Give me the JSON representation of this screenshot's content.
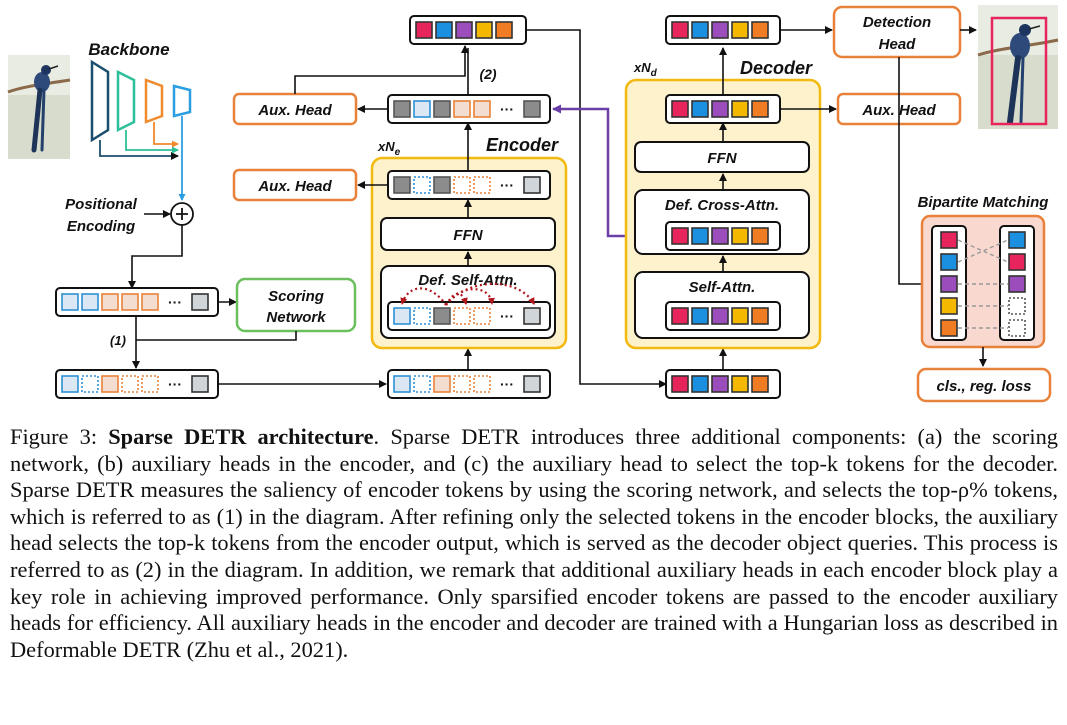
{
  "labels": {
    "backbone": "Backbone",
    "positional_1": "Positional",
    "positional_2": "Encoding",
    "scoring_1": "Scoring",
    "scoring_2": "Network",
    "step1": "(1)",
    "step2": "(2)",
    "aux_head": "Aux. Head",
    "encoder": "Encoder",
    "xne_prefix": "xN",
    "xne_sub": "e",
    "ffn": "FFN",
    "def_self_attn": "Def. Self-Attn.",
    "decoder": "Decoder",
    "xnd_prefix": "xN",
    "xnd_sub": "d",
    "def_cross_attn": "Def. Cross-Attn.",
    "self_attn": "Self-Attn.",
    "detection_1": "Detection",
    "detection_2": "Head",
    "bipartite": "Bipartite Matching",
    "loss": "cls., reg. loss",
    "ellipsis": "···"
  },
  "colors": {
    "orange_border": "#e8823a",
    "green_border": "#6cbf5e",
    "encoder_fill": "#fdf2cc",
    "encoder_border": "#f2b90f",
    "matching_fill": "#f8d8cf",
    "token_blue_fill": "#dbe7f3",
    "token_blue_border": "#2d8fd5",
    "token_orange_fill": "#f2ddd0",
    "token_orange_border": "#e8823a",
    "token_grey": "#8c8c8c",
    "q_red": "#e8245c",
    "q_blue": "#1b8fe0",
    "q_purple": "#9b4dbb",
    "q_yellow": "#f5b800",
    "q_orange": "#f07d24",
    "purple_arrow": "#6a3fa8",
    "self_attn_dots": "#b0181e",
    "backbone_stage1": "#1c4f6e",
    "backbone_stage2": "#2cc09a",
    "backbone_stage3": "#f08a2c",
    "backbone_stage4": "#2a9ee0"
  },
  "icons": [
    "bird-photo-image",
    "bird-detection-image",
    "plus-icon"
  ],
  "caption": {
    "label": "Figure 3: ",
    "title": "Sparse DETR architecture",
    "body": ". Sparse DETR introduces three additional components: (a) the scoring network, (b) auxiliary heads in the encoder, and (c) the auxiliary head to select the top-k tokens for the decoder. Sparse DETR measures the saliency of encoder tokens by using the scoring network, and selects the top-ρ% tokens, which is referred to as (1) in the diagram. After refining only the selected tokens in the encoder blocks, the auxiliary head selects the top-k tokens from the encoder output, which is served as the decoder object queries. This process is referred to as (2) in the diagram. In addition, we remark that additional auxiliary heads in each encoder block play a key role in achieving improved performance. Only sparsified encoder tokens are passed to the encoder auxiliary heads for efficiency. All auxiliary heads in the encoder and decoder are trained with a Hungarian loss as described in Deformable DETR (Zhu et al., 2021)."
  }
}
